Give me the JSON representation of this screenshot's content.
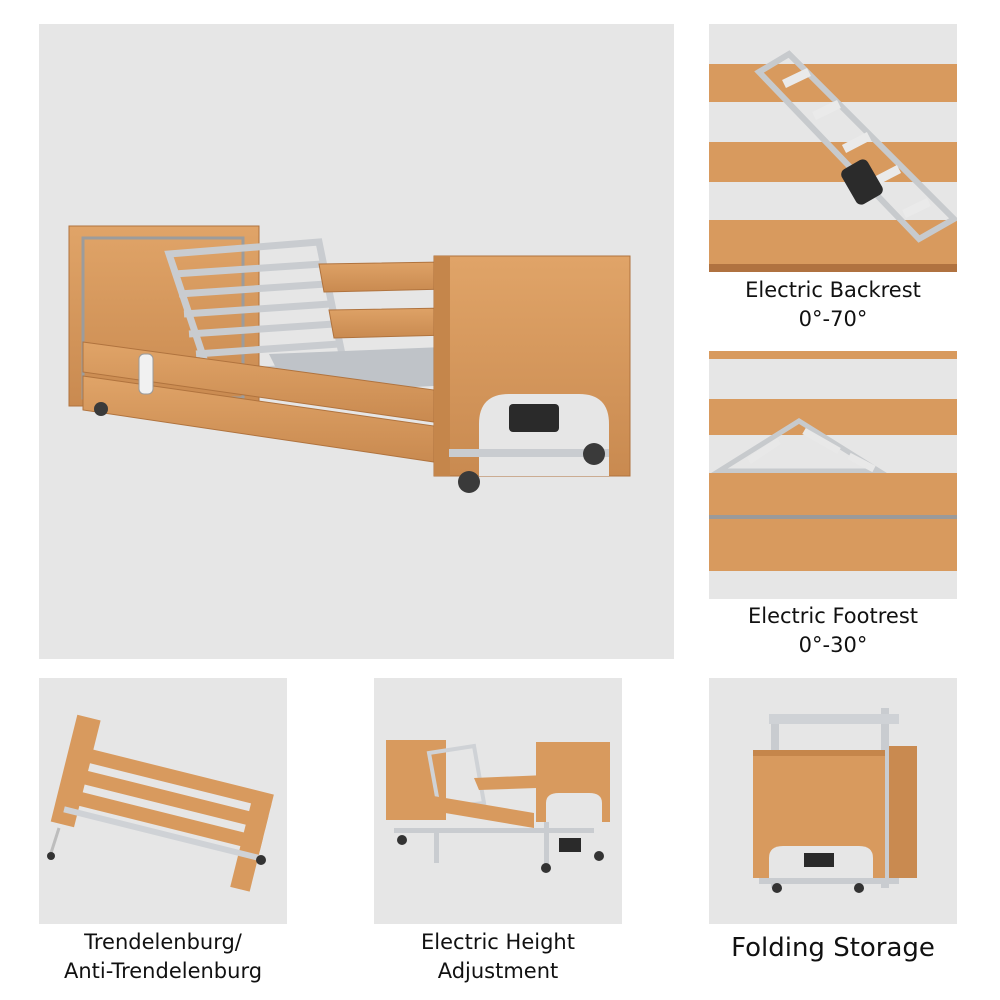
{
  "captions": {
    "backrest": {
      "line1": "Electric Backrest",
      "line2": "0°-70°"
    },
    "footrest": {
      "line1": "Electric Footrest",
      "line2": "0°-30°"
    },
    "trendelenburg": {
      "line1": "Trendelenburg/",
      "line2": "Anti-Trendelenburg"
    },
    "height": {
      "line1": "Electric Height",
      "line2": "Adjustment"
    },
    "folding": {
      "line1": "Folding Storage"
    }
  },
  "colors": {
    "panel_background": "#e6e6e6",
    "wood": "#d89a5e",
    "wood_dark": "#b87a44",
    "metal": "#cfd2d6",
    "caption_text": "#111111"
  }
}
